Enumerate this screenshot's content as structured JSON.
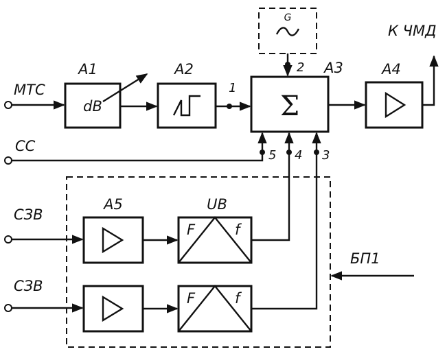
{
  "diagram": {
    "inputs": {
      "mts": "МТС",
      "cc": "СС",
      "czv_1": "СЗВ",
      "czv_2": "СЗВ"
    },
    "output_label": "К ЧМД",
    "supply_label": "БП1",
    "blocks": {
      "a1": {
        "name": "A1",
        "symbol": "dB"
      },
      "a2": {
        "name": "A2"
      },
      "a3": {
        "name": "A3",
        "symbol": "Σ"
      },
      "a4": {
        "name": "A4"
      },
      "a5": {
        "name": "A5"
      },
      "ub": {
        "name": "UB",
        "f_in": "F",
        "f_out": "f"
      },
      "ub2": {
        "f_in": "F",
        "f_out": "f"
      },
      "g": {
        "name": "G"
      }
    },
    "pins": [
      "1",
      "2",
      "3",
      "4",
      "5"
    ]
  }
}
